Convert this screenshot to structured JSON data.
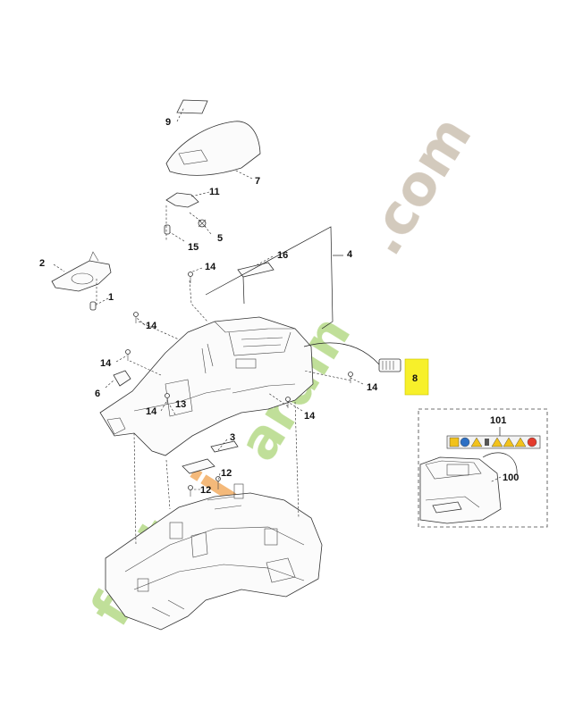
{
  "callouts": [
    {
      "text": "9"
    },
    {
      "text": "7"
    },
    {
      "text": "11"
    },
    {
      "text": "5"
    },
    {
      "text": "15"
    },
    {
      "text": "16"
    },
    {
      "text": "4"
    },
    {
      "text": "2"
    },
    {
      "text": "1"
    },
    {
      "text": "14"
    },
    {
      "text": "14"
    },
    {
      "text": "14"
    },
    {
      "text": "6"
    },
    {
      "text": "13"
    },
    {
      "text": "14"
    },
    {
      "text": "14"
    },
    {
      "text": "14"
    },
    {
      "text": "3"
    },
    {
      "text": "12"
    },
    {
      "text": "12"
    },
    {
      "text": "8"
    },
    {
      "text": "101"
    },
    {
      "text": "100"
    }
  ],
  "watermark": {
    "prefix": "fort",
    "middle": "j",
    "suffix": "ardin",
    "domain": ".com",
    "colors": {
      "green": "#b9dc8e",
      "orange": "#f3b26b",
      "grey": "#cfc4b6"
    }
  },
  "highlight": {
    "color": "#f7f02a"
  }
}
